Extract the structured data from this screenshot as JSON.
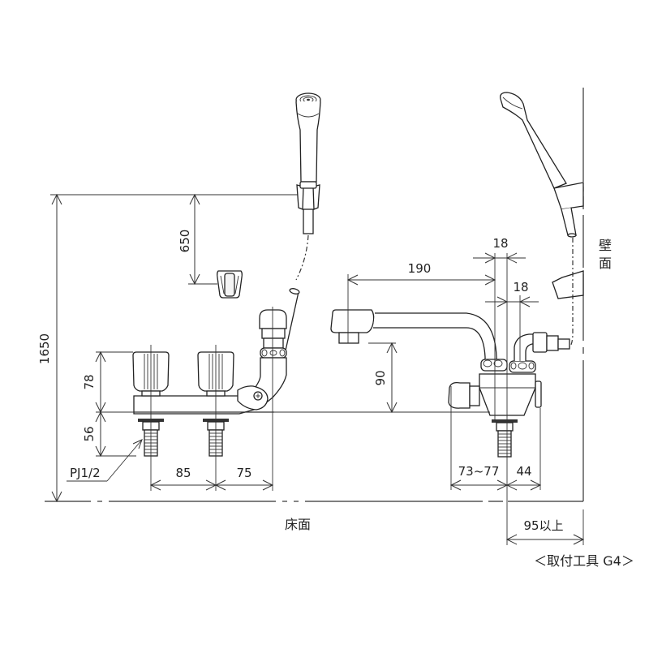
{
  "diagram": {
    "title": "Two-handle bath/shower faucet installation dimensions",
    "caption": "＜取付工具 G4＞",
    "surfaces": {
      "floor_label": "床面",
      "wall_label_top": "壁",
      "wall_label_bottom": "面"
    },
    "front_view": {
      "dim_total_height": "1650",
      "dim_holder_drop": "650",
      "dim_handle_height": "78",
      "dim_shank_height": "56",
      "dim_spacing_left": "85",
      "dim_spacing_right": "75",
      "thread_label": "PJ1/2"
    },
    "side_view": {
      "dim_spout_reach": "190",
      "dim_offset_top": "18",
      "dim_offset_mid": "18",
      "dim_spout_height": "90",
      "dim_body_back": "73~77",
      "dim_body_front": "44",
      "dim_wall_clearance": "95以上"
    }
  }
}
